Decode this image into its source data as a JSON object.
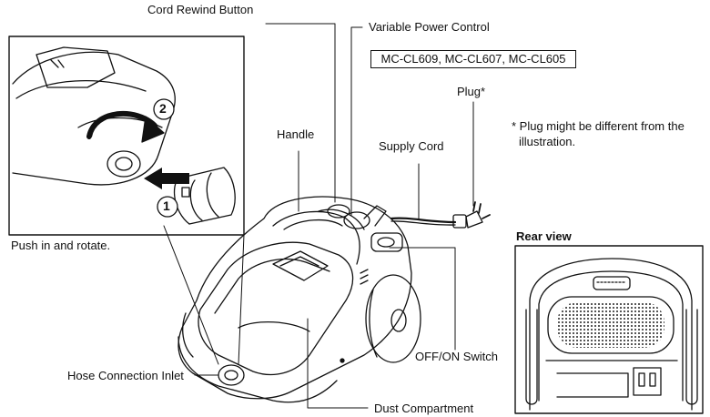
{
  "labels": {
    "cord_rewind_button": "Cord Rewind Button",
    "variable_power_control": "Variable Power Control",
    "models": "MC-CL609, MC-CL607, MC-CL605",
    "plug": "Plug*",
    "plug_note_line1": "* Plug might be different from the",
    "plug_note_line2": "illustration.",
    "handle": "Handle",
    "supply_cord": "Supply Cord",
    "push_and_rotate": "Push in and rotate.",
    "rear_view": "Rear view",
    "off_on_switch": "OFF/ON Switch",
    "hose_connection_inlet": "Hose Connection Inlet",
    "dust_compartment": "Dust Compartment",
    "step_1": "1",
    "step_2": "2"
  }
}
